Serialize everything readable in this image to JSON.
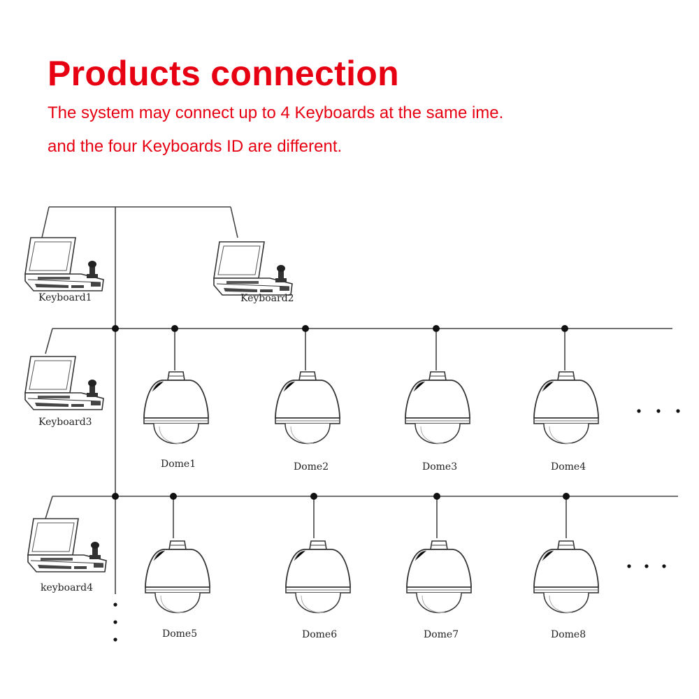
{
  "header": {
    "title": "Products connection",
    "subtitle_line1": "The system may connect up to 4 Keyboards at the same ime.",
    "subtitle_line2": "and the four Keyboards ID are different."
  },
  "keyboards": [
    {
      "label": "Keyboard1"
    },
    {
      "label": "Keyboard2"
    },
    {
      "label": "Keyboard3"
    },
    {
      "label": "keyboard4"
    }
  ],
  "domes": [
    {
      "label": "Dome1"
    },
    {
      "label": "Dome2"
    },
    {
      "label": "Dome3"
    },
    {
      "label": "Dome4"
    },
    {
      "label": "Dome5"
    },
    {
      "label": "Dome6"
    },
    {
      "label": "Dome7"
    },
    {
      "label": "Dome8"
    }
  ],
  "colors": {
    "accent": "#e60012",
    "line": "#444444",
    "label": "#222222"
  }
}
